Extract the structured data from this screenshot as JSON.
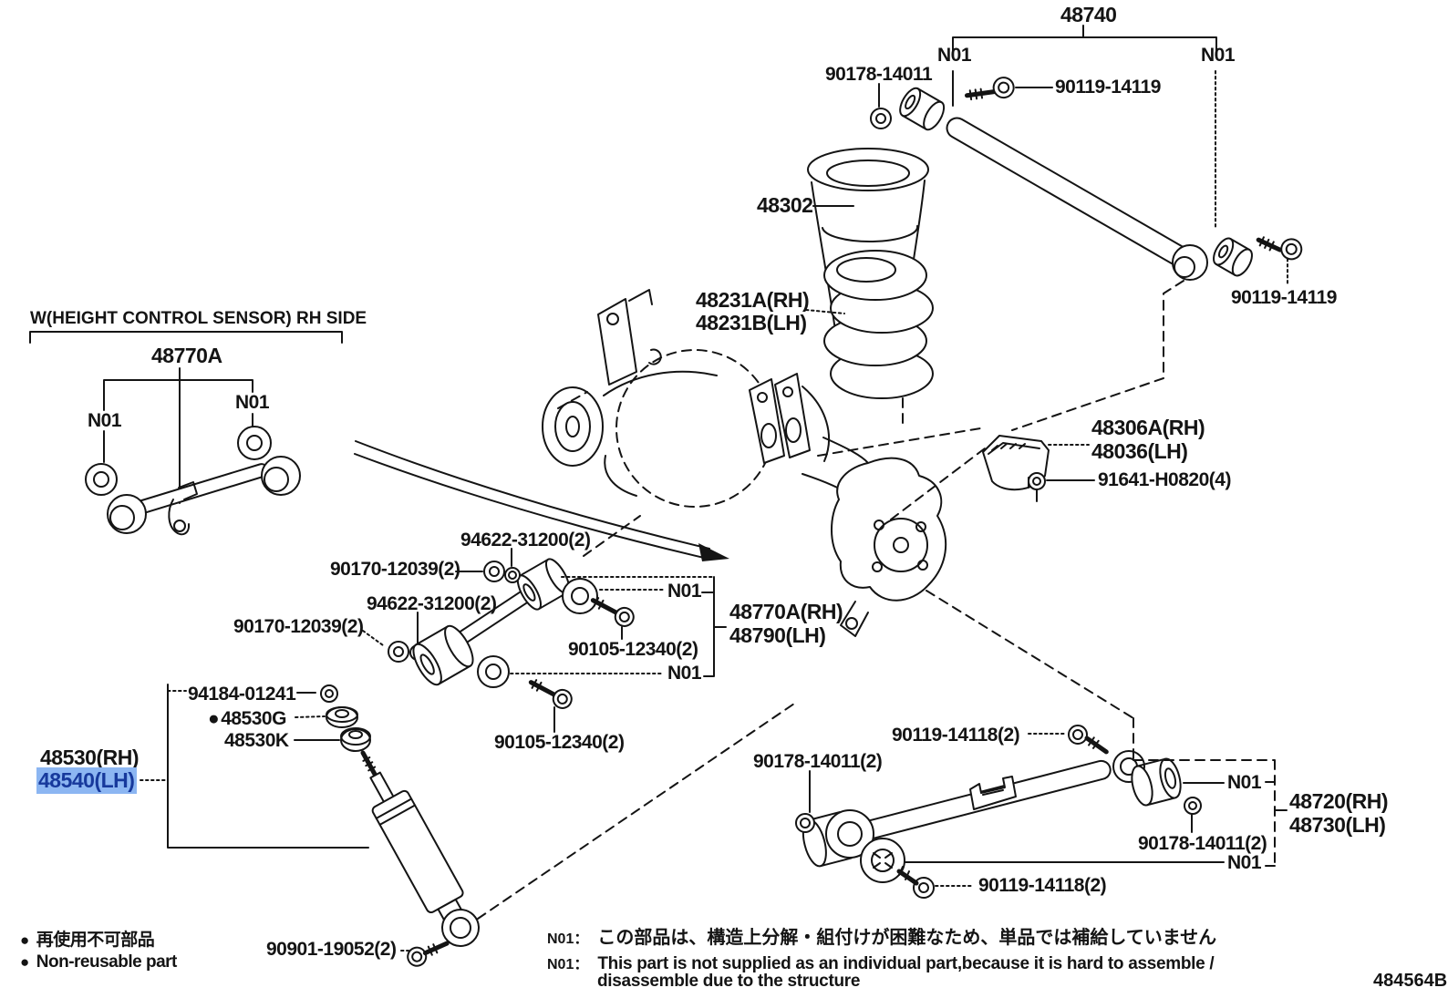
{
  "header": {
    "height_sensor_note": "W(HEIGHT CONTROL SENSOR) RH SIDE"
  },
  "doc": {
    "number": "484564B"
  },
  "highlight": {
    "bg": "#8cb6f2",
    "fg": "#17399c"
  },
  "callouts": {
    "n01": "N01"
  },
  "parts": {
    "lateral_rod_assy": "48740",
    "nut_90178_top": "90178-14011",
    "bolt_90119_top": "90119-14119",
    "bolt_90119_right": "90119-14119",
    "bump_stop": "48302",
    "coil_spring_rh": "48231A(RH)",
    "coil_spring_lh": "48231B(LH)",
    "sensor_rod_assy": "48770A",
    "spring_bumper_rh": "48306A(RH)",
    "spring_bumper_lh": "48036(LH)",
    "bolt_91641": "91641-H0820(4)",
    "washer_94622_1": "94622-31200(2)",
    "nut_90170_1": "90170-12039(2)",
    "washer_94622_2": "94622-31200(2)",
    "nut_90170_2": "90170-12039(2)",
    "bolt_90105_1": "90105-12340(2)",
    "bolt_90105_2": "90105-12340(2)",
    "lateral_rod_rh": "48770A(RH)",
    "lateral_rod_lh": "48790(LH)",
    "nut_94184": "94184-01241",
    "cushion_48530g": "48530G",
    "cushion_48530k": "48530K",
    "shock_absorber_rh": "48530(RH)",
    "shock_absorber_lh": "48540(LH)",
    "bolt_90901": "90901-19052(2)",
    "nut_90178_arm_left": "90178-14011(2)",
    "bolt_90119_arm_top": "90119-14118(2)",
    "bolt_90119_arm_bottom": "90119-14118(2)",
    "nut_90178_arm_right": "90178-14011(2)",
    "trailing_arm_rh": "48720(RH)",
    "trailing_arm_lh": "48730(LH)"
  },
  "legend": {
    "bullet": "●",
    "jp": "再使用不可部品",
    "en": "Non-reusable part"
  },
  "notes": {
    "prefix": "N01：",
    "jp": "この部品は、構造上分解・組付けが困難なため、単品では補給していません",
    "en_line1": "This part is not supplied as an individual part,because it is hard to assemble /",
    "en_line2": "disassemble due to the structure"
  }
}
